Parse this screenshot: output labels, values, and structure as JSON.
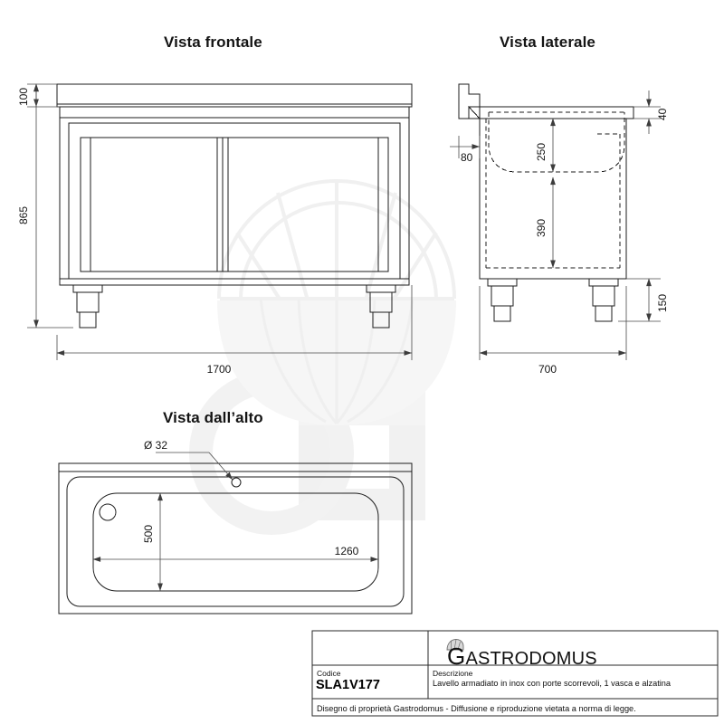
{
  "drawing": {
    "views": {
      "front": {
        "title": "Vista frontale"
      },
      "side": {
        "title": "Vista laterale"
      },
      "top": {
        "title": "Vista dall’alto"
      }
    },
    "dimensions": {
      "front_backsplash_height": "100",
      "front_total_height": "865",
      "front_width": "1700",
      "side_top_thickness": "40",
      "side_backsplash_depth": "80",
      "side_bowl_depth": "250",
      "side_lower_height": "390",
      "side_leg_height": "150",
      "side_depth": "700",
      "top_bowl_width": "1260",
      "top_bowl_depth": "500",
      "top_drain_hole": "Ø 32"
    }
  },
  "title_block": {
    "logo_text_cap": "G",
    "logo_text_rest": "ASTRODOMUS",
    "code_label": "Codice",
    "code_value": "SLA1V177",
    "description_label": "Descrizione",
    "description_value": "Lavello armadiato in inox con porte scorrevoli, 1 vasca e alzatina",
    "footer": "Disegno di proprietà Gastrodomus -  Diffusione e riproduzione vietata a norma di legge."
  },
  "colors": {
    "line": "#1d1d1d",
    "thin": "#3a3a3a",
    "dimension": "#4a4a4a",
    "watermark": "#f2f2f2",
    "background": "#ffffff"
  }
}
